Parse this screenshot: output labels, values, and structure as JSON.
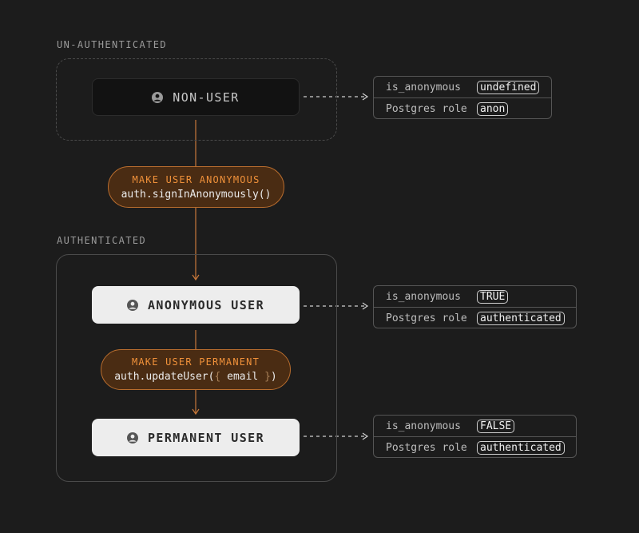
{
  "sections": {
    "unauthenticated": "UN-AUTHENTICATED",
    "authenticated": "AUTHENTICATED"
  },
  "users": {
    "non_user": "NON-USER",
    "anonymous_user": "ANONYMOUS USER",
    "permanent_user": "PERMANENT USER"
  },
  "actions": {
    "make_anonymous": {
      "title": "MAKE USER ANONYMOUS",
      "code": "auth.signInAnonymously()"
    },
    "make_permanent": {
      "title": "MAKE USER PERMANENT",
      "code_prefix": "auth.updateUser(",
      "brace_open": "{",
      "code_arg": " email ",
      "brace_close": "}",
      "code_suffix": ")"
    }
  },
  "info": {
    "non_user": {
      "key1": "is_anonymous",
      "val1": "undefined",
      "key2": "Postgres role",
      "val2": "anon"
    },
    "anonymous_user": {
      "key1": "is_anonymous",
      "val1": "TRUE",
      "key2": "Postgres role",
      "val2": "authenticated"
    },
    "permanent_user": {
      "key1": "is_anonymous",
      "val1": "FALSE",
      "key2": "Postgres role",
      "val2": "authenticated"
    }
  },
  "colors": {
    "background": "#1c1c1c",
    "accent_orange": "#f0913a",
    "connector": "#c8783a",
    "pill_fill": "#4a2c13"
  },
  "icons": {
    "user": "user-circle-icon"
  }
}
